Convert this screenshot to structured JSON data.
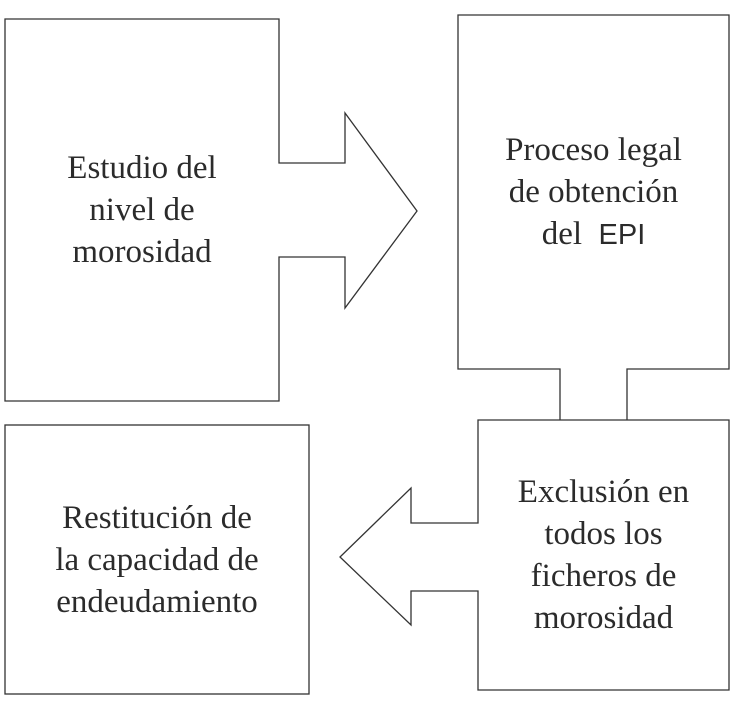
{
  "steps": [
    {
      "lines": [
        "Estudio del",
        "nivel de",
        "morosidad"
      ]
    },
    {
      "lines": [
        "Proceso legal",
        "de obtención",
        "del"
      ],
      "emphasis": "EPI"
    },
    {
      "lines": [
        "Exclusión en",
        "todos los",
        "ficheros de",
        "morosidad"
      ]
    },
    {
      "lines": [
        "Restitución de",
        "la capacidad de",
        "endeudamiento"
      ]
    }
  ],
  "colors": {
    "stroke": "#333333",
    "text": "#2b2b2b"
  }
}
